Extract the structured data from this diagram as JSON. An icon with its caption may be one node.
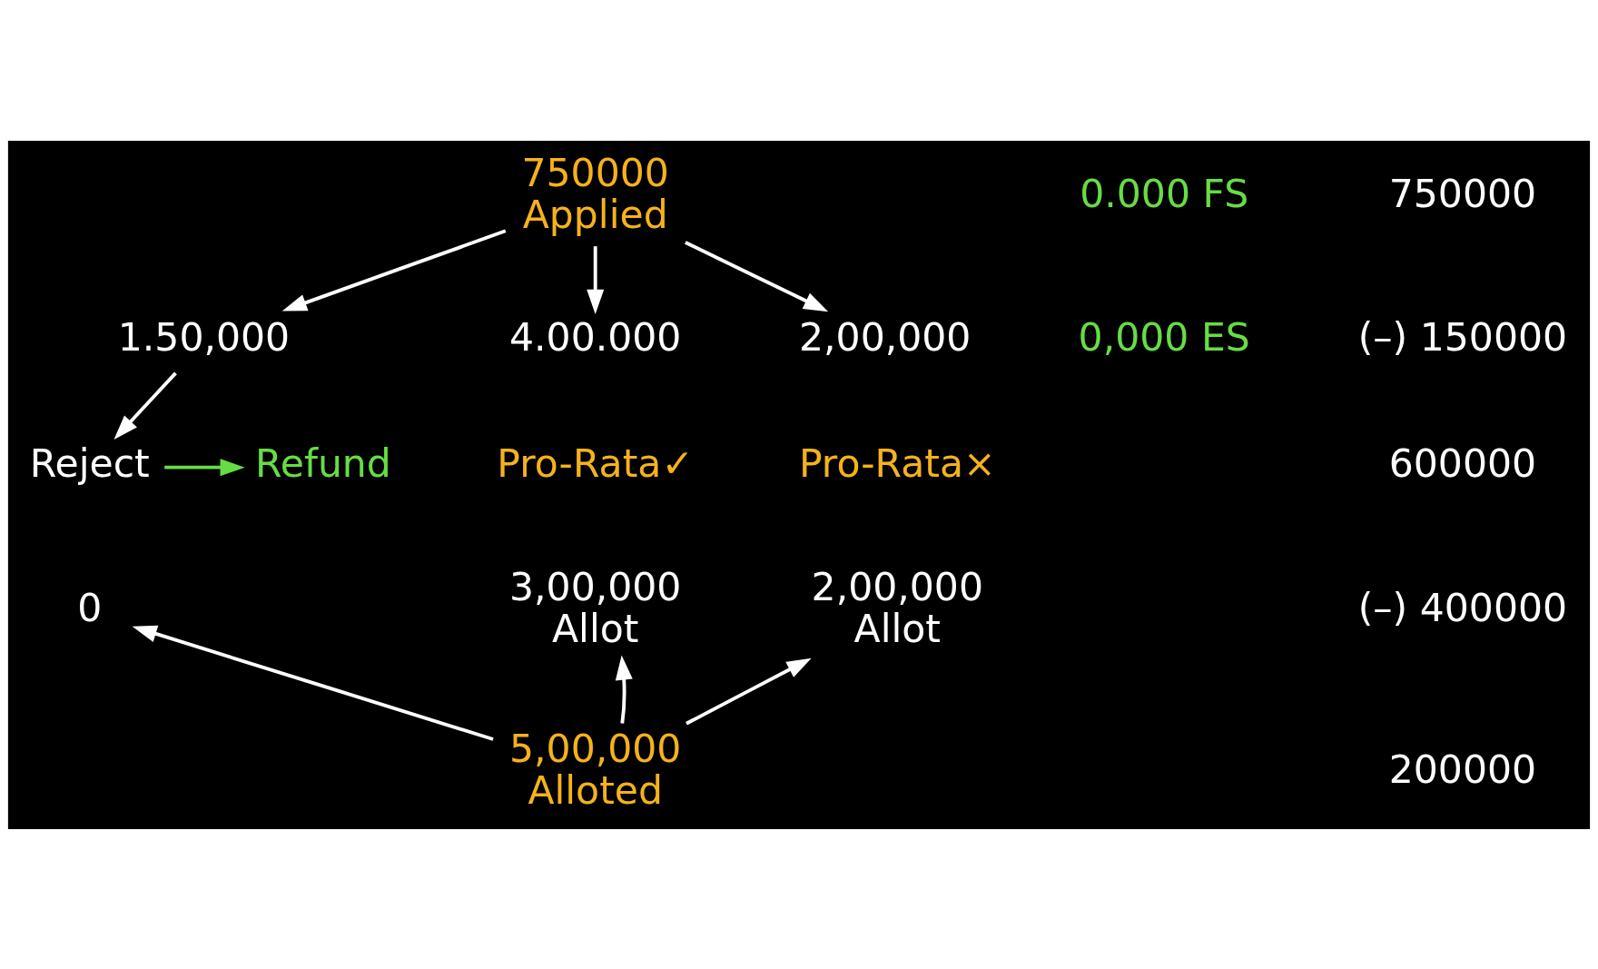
{
  "diagram": {
    "nodes": [
      {
        "text": [
          "750000",
          "Applied"
        ]
      },
      {
        "text": [
          "1.50,000"
        ]
      },
      {
        "text": [
          "Reject"
        ]
      },
      {
        "text": [
          "Refund"
        ]
      },
      {
        "text": [
          "4.00.000"
        ]
      },
      {
        "text": [
          "2,00,000"
        ]
      },
      {
        "text": [
          "0"
        ]
      },
      {
        "text": [
          "3,00,000",
          "Allot"
        ]
      },
      {
        "text": [
          "2,00,000",
          "Allot"
        ]
      },
      {
        "text": [
          "5,00,000",
          "Alloted"
        ]
      }
    ],
    "edges": [
      {
        "from": 0,
        "to": 1,
        "arrow": "to"
      },
      {
        "from": 0,
        "to": 4,
        "arrow": "to"
      },
      {
        "from": 0,
        "to": 5,
        "arrow": "to"
      },
      {
        "from": 1,
        "to": 2,
        "arrow": "to"
      },
      {
        "from": 2,
        "to": 3,
        "arrow": "to",
        "color": "#66dd44"
      },
      {
        "from": 9,
        "to": 6,
        "arrow": "to"
      },
      {
        "from": 9,
        "to": 7,
        "arrow": "to"
      },
      {
        "from": 9,
        "to": 8,
        "arrow": "to"
      }
    ],
    "labels": [
      "0.000 FS",
      "0,000 ES",
      "750000",
      "(–) 150000",
      "600000",
      "(–) 400000",
      "200000",
      "Pro-Rata✓",
      "Pro-Rata×"
    ]
  }
}
